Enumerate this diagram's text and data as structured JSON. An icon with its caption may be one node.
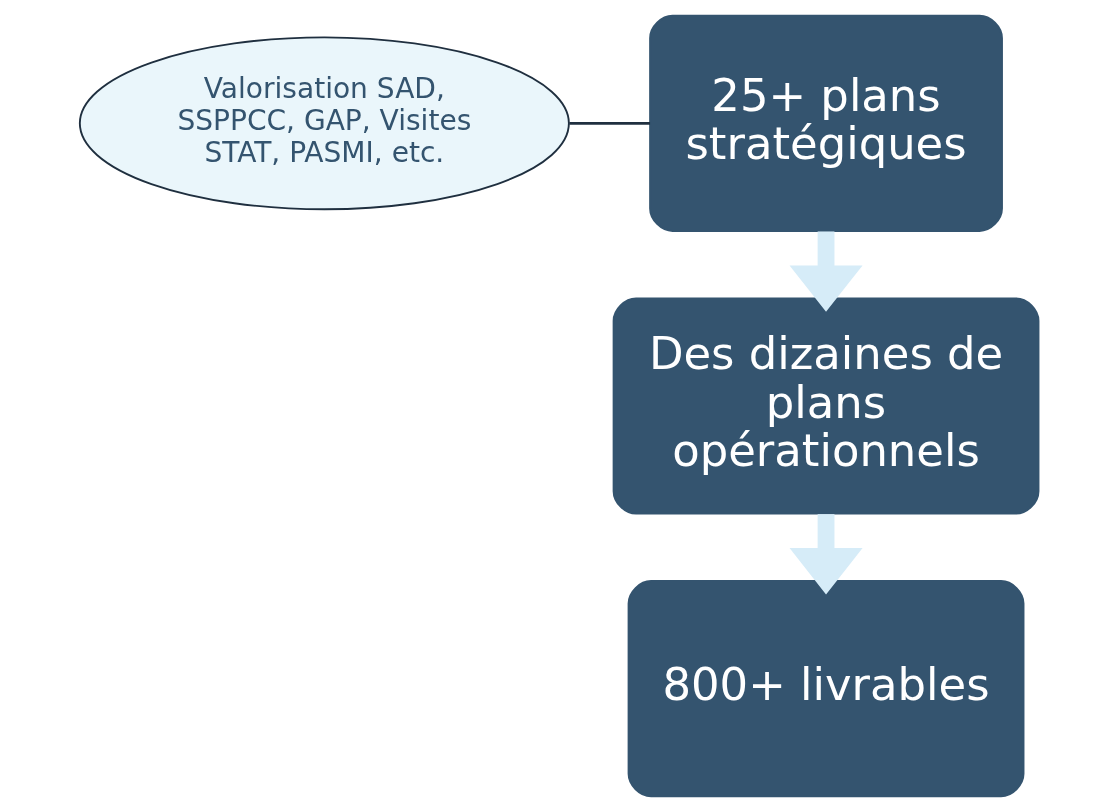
{
  "diagram": {
    "nodes": [
      {
        "text": [
          "25+ plans stratégiques"
        ]
      },
      {
        "text": [
          "Valorisation SAD, SSPPCC, GAP, Visites STAT, PASMI, etc."
        ]
      },
      {
        "text": [
          "Des dizaines de plans opérationnels"
        ]
      },
      {
        "text": [
          "800+ livrables"
        ]
      }
    ],
    "edges": [
      {
        "from": 1,
        "to": 0,
        "arrow": "none",
        "color": "#1f2f3f"
      },
      {
        "from": 0,
        "to": 2,
        "arrow": "to"
      },
      {
        "from": 2,
        "to": 3,
        "arrow": "to"
      }
    ]
  }
}
